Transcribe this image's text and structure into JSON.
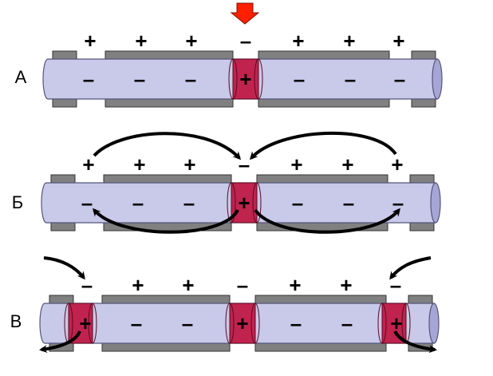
{
  "colors": {
    "axon_fill": "#c9c9e9",
    "axon_stroke": "#55557a",
    "myelin_fill": "#808080",
    "myelin_stroke": "#333333",
    "node_active": "#c0234e",
    "arrow": "#000000",
    "stimulus": "#ff2000"
  },
  "rows": [
    {
      "label": "А",
      "outer_signs": [
        "+",
        "+",
        "+",
        "–",
        "+",
        "+",
        "+"
      ],
      "inner_signs": [
        "–",
        "–",
        "–",
        "+",
        "–",
        "–",
        "–"
      ],
      "active_nodes": [
        "center"
      ],
      "stimulus_arrow": true,
      "currents": "none"
    },
    {
      "label": "Б",
      "outer_signs": [
        "+",
        "+",
        "+",
        "–",
        "+",
        "+",
        "+"
      ],
      "inner_signs": [
        "–",
        "–",
        "–",
        "+",
        "–",
        "–",
        "–"
      ],
      "active_nodes": [
        "center"
      ],
      "stimulus_arrow": false,
      "currents": "local-loops"
    },
    {
      "label": "В",
      "outer_signs": [
        "–",
        "+",
        "+",
        "–",
        "+",
        "+",
        "–"
      ],
      "inner_signs": [
        "+",
        "–",
        "–",
        "+",
        "–",
        "–",
        "+"
      ],
      "active_nodes": [
        "left",
        "center",
        "right"
      ],
      "stimulus_arrow": false,
      "currents": "spread-outward"
    }
  ]
}
